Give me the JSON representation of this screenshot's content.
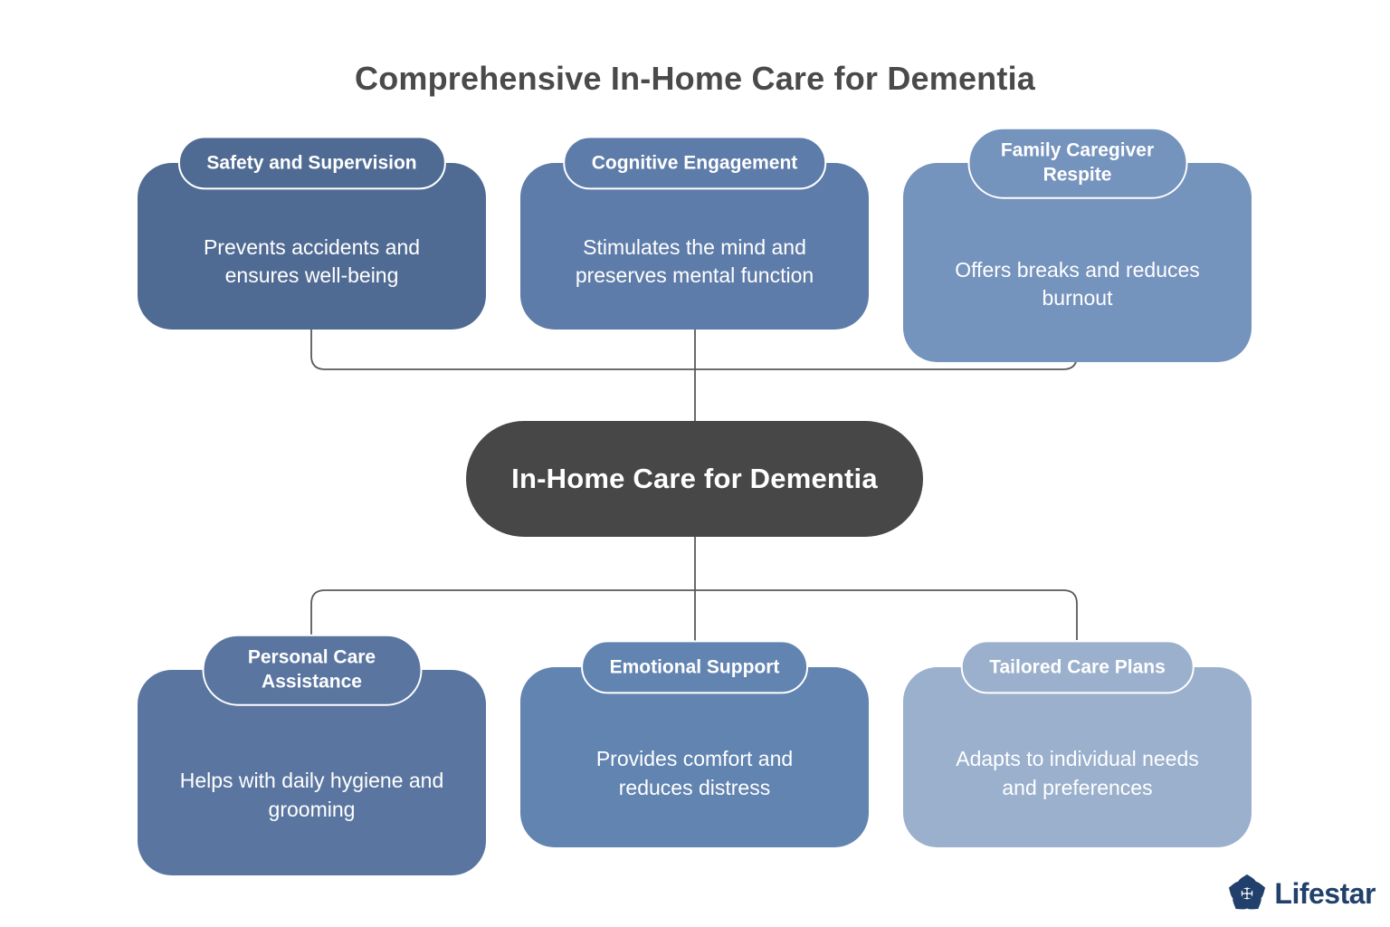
{
  "title": "Comprehensive In-Home Care for Dementia",
  "center_node": {
    "label": "In-Home Care for Dementia",
    "bg_color": "#474747"
  },
  "branches": [
    {
      "title": "Safety and Supervision",
      "description": "Prevents accidents and ensures well-being",
      "color": "#506b93"
    },
    {
      "title": "Cognitive Engagement",
      "description": "Stimulates the mind and preserves mental function",
      "color": "#5e7ca9"
    },
    {
      "title": "Family Caregiver Respite",
      "description": "Offers breaks and reduces burnout",
      "color": "#7493bd"
    },
    {
      "title": "Personal Care Assistance",
      "description": "Helps with daily hygiene and grooming",
      "color": "#5a76a0"
    },
    {
      "title": "Emotional Support",
      "description": "Provides comfort and reduces distress",
      "color": "#6284b1"
    },
    {
      "title": "Tailored Care Plans",
      "description": "Adapts to individual needs and preferences",
      "color": "#9ab0cd"
    }
  ],
  "colors": {
    "title_text": "#4a4a4a",
    "connector": "#595959",
    "background": "#ffffff"
  },
  "logo": {
    "text": "Lifestar",
    "color": "#21406b",
    "icon": "lifestar-house-star-icon"
  }
}
